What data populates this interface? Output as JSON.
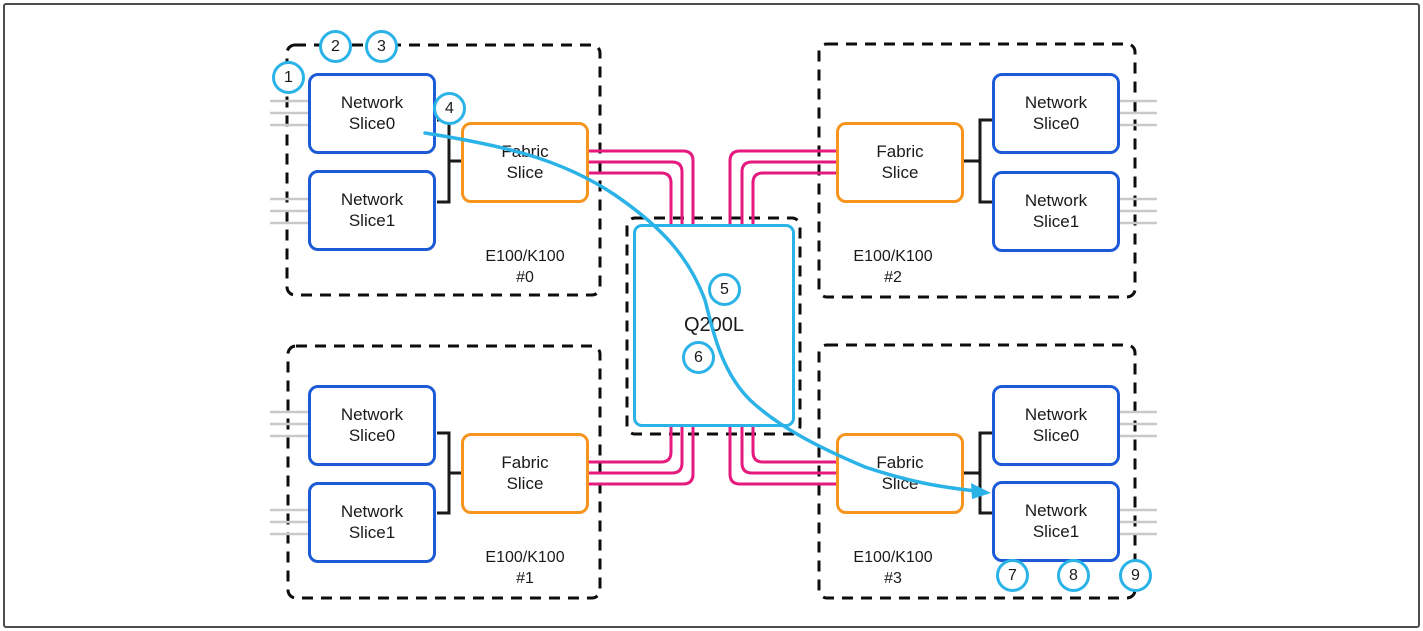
{
  "diagram": {
    "center_switch": {
      "label": "Q200L"
    },
    "quadrants": [
      {
        "chassis": [
          "E100/K100",
          "#0"
        ],
        "network_slice0": [
          "Network",
          "Slice0"
        ],
        "network_slice1": [
          "Network",
          "Slice1"
        ],
        "fabric_slice": [
          "Fabric",
          "Slice"
        ]
      },
      {
        "chassis": [
          "E100/K100",
          "#1"
        ],
        "network_slice0": [
          "Network",
          "Slice0"
        ],
        "network_slice1": [
          "Network",
          "Slice1"
        ],
        "fabric_slice": [
          "Fabric",
          "Slice"
        ]
      },
      {
        "chassis": [
          "E100/K100",
          "#2"
        ],
        "network_slice0": [
          "Network",
          "Slice0"
        ],
        "network_slice1": [
          "Network",
          "Slice1"
        ],
        "fabric_slice": [
          "Fabric",
          "Slice"
        ]
      },
      {
        "chassis": [
          "E100/K100",
          "#3"
        ],
        "network_slice0": [
          "Network",
          "Slice0"
        ],
        "network_slice1": [
          "Network",
          "Slice1"
        ],
        "fabric_slice": [
          "Fabric",
          "Slice"
        ]
      }
    ],
    "markers": [
      "1",
      "2",
      "3",
      "4",
      "5",
      "6",
      "7",
      "8",
      "9"
    ],
    "colors": {
      "network_slice_border": "#1d5bd6",
      "fabric_slice_border": "#f7941e",
      "fabric_link": "#e6197f",
      "center_switch_border": "#2bb3e8",
      "marker_ring": "#2bb3e8",
      "flow_arrow": "#2bb3e8",
      "port_stub": "#c9c9c9",
      "slice_connector": "#1a1a1a",
      "chassis_dash": "#0d0d0d",
      "frame_border": "#4d4d4d"
    }
  }
}
